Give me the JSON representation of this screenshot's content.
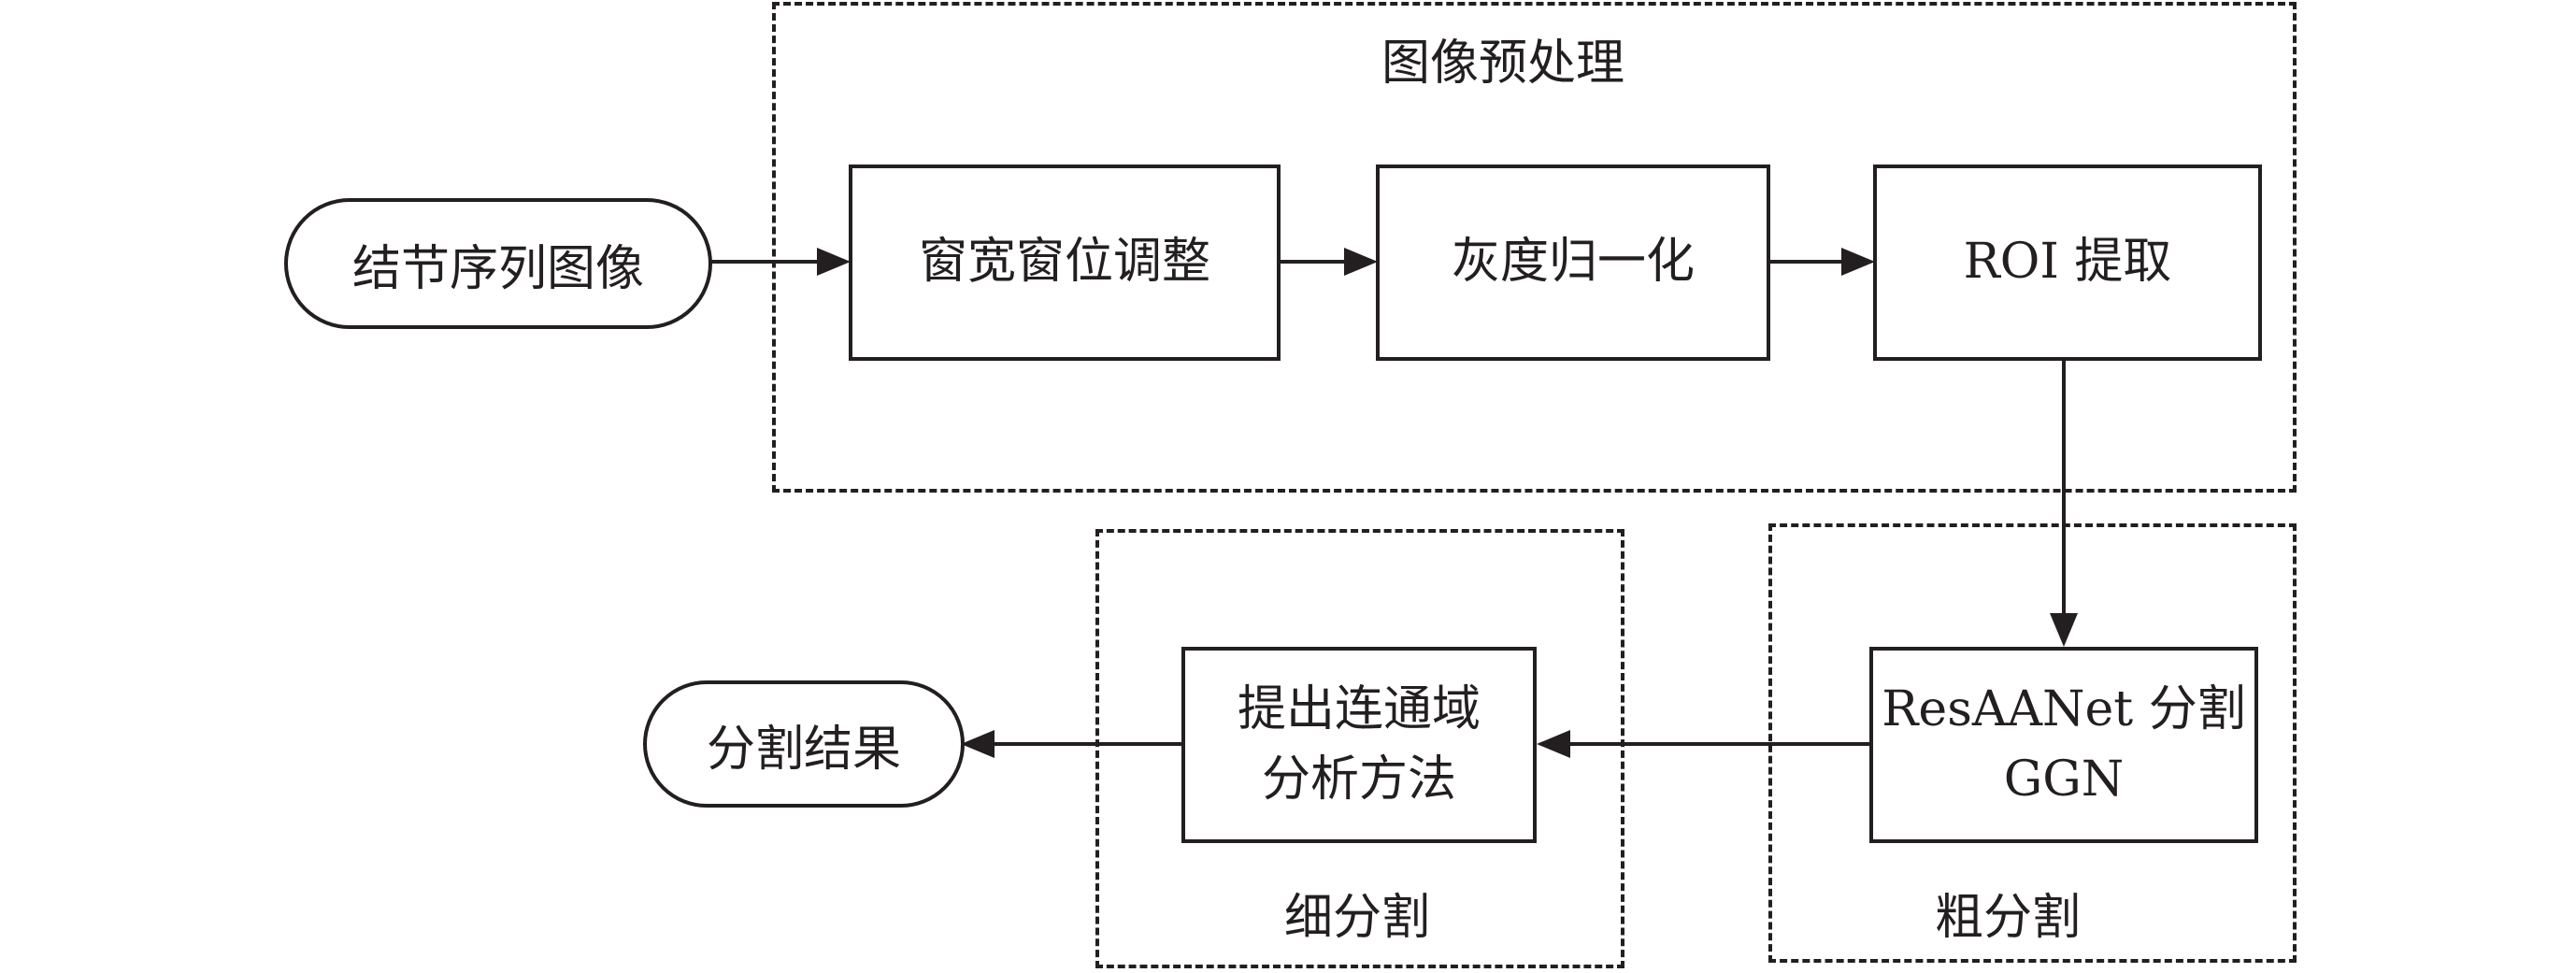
{
  "groups": {
    "preprocess": "图像预处理",
    "fine": "细分割",
    "coarse": "粗分割"
  },
  "nodes": {
    "input": "结节序列图像",
    "window": "窗宽窗位调整",
    "gray": "灰度归一化",
    "roi": "ROI 提取",
    "resaanet_line1": "ResAANet 分割",
    "resaanet_line2": "GGN",
    "connected_line1": "提出连通域",
    "connected_line2": "分析方法",
    "output": "分割结果"
  },
  "edges": [
    {
      "from": "input",
      "to": "window"
    },
    {
      "from": "window",
      "to": "gray"
    },
    {
      "from": "gray",
      "to": "roi"
    },
    {
      "from": "roi",
      "to": "resaanet"
    },
    {
      "from": "resaanet",
      "to": "connected"
    },
    {
      "from": "connected",
      "to": "output"
    }
  ]
}
